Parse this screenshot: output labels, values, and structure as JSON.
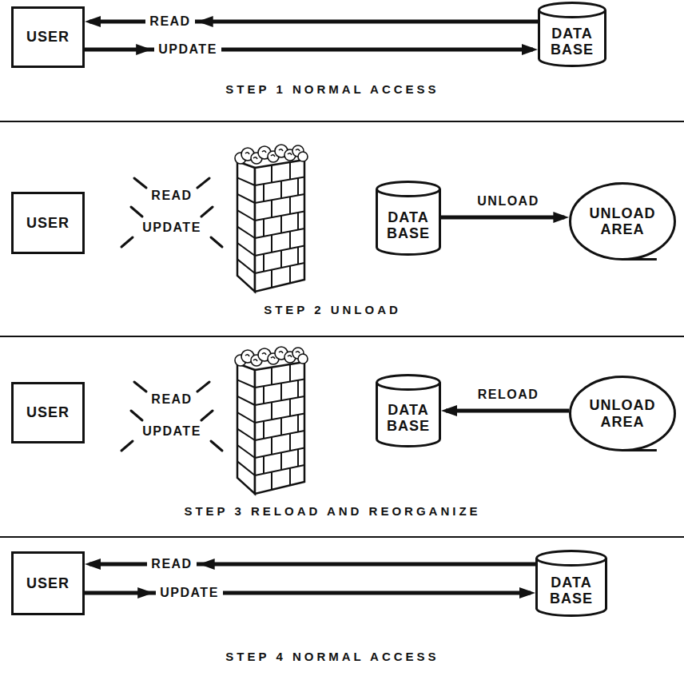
{
  "diagram": {
    "nodes": [
      {
        "text": [
          "USER"
        ]
      },
      {
        "text": [
          "DATA BASE"
        ]
      },
      {
        "text": [
          "USER"
        ]
      },
      {
        "text": [
          "DATA BASE"
        ]
      },
      {
        "text": [
          "UNLOAD AREA"
        ]
      },
      {
        "text": [
          "USER"
        ]
      },
      {
        "text": [
          "DATA BASE"
        ]
      },
      {
        "text": [
          "UNLOAD AREA"
        ]
      },
      {
        "text": [
          "USER"
        ]
      },
      {
        "text": [
          "DATA BASE"
        ]
      }
    ],
    "edges": [
      {
        "from": 1,
        "to": 0,
        "arrow": "to",
        "label": "READ"
      },
      {
        "from": 0,
        "to": 1,
        "arrow": "to",
        "label": "UPDATE"
      },
      {
        "from": 3,
        "to": 4,
        "arrow": "to",
        "label": "UNLOAD"
      },
      {
        "from": 7,
        "to": 6,
        "arrow": "to",
        "label": "RELOAD"
      },
      {
        "from": 9,
        "to": 8,
        "arrow": "to",
        "label": "READ"
      },
      {
        "from": 8,
        "to": 9,
        "arrow": "to",
        "label": "UPDATE"
      }
    ],
    "labels": [
      "STEP 1 NORMAL ACCESS",
      "READ",
      "UPDATE",
      "STEP 2 UNLOAD",
      "READ",
      "UPDATE",
      "STEP 3 RELOAD AND REORGANIZE",
      "STEP 4 NORMAL ACCESS"
    ]
  }
}
